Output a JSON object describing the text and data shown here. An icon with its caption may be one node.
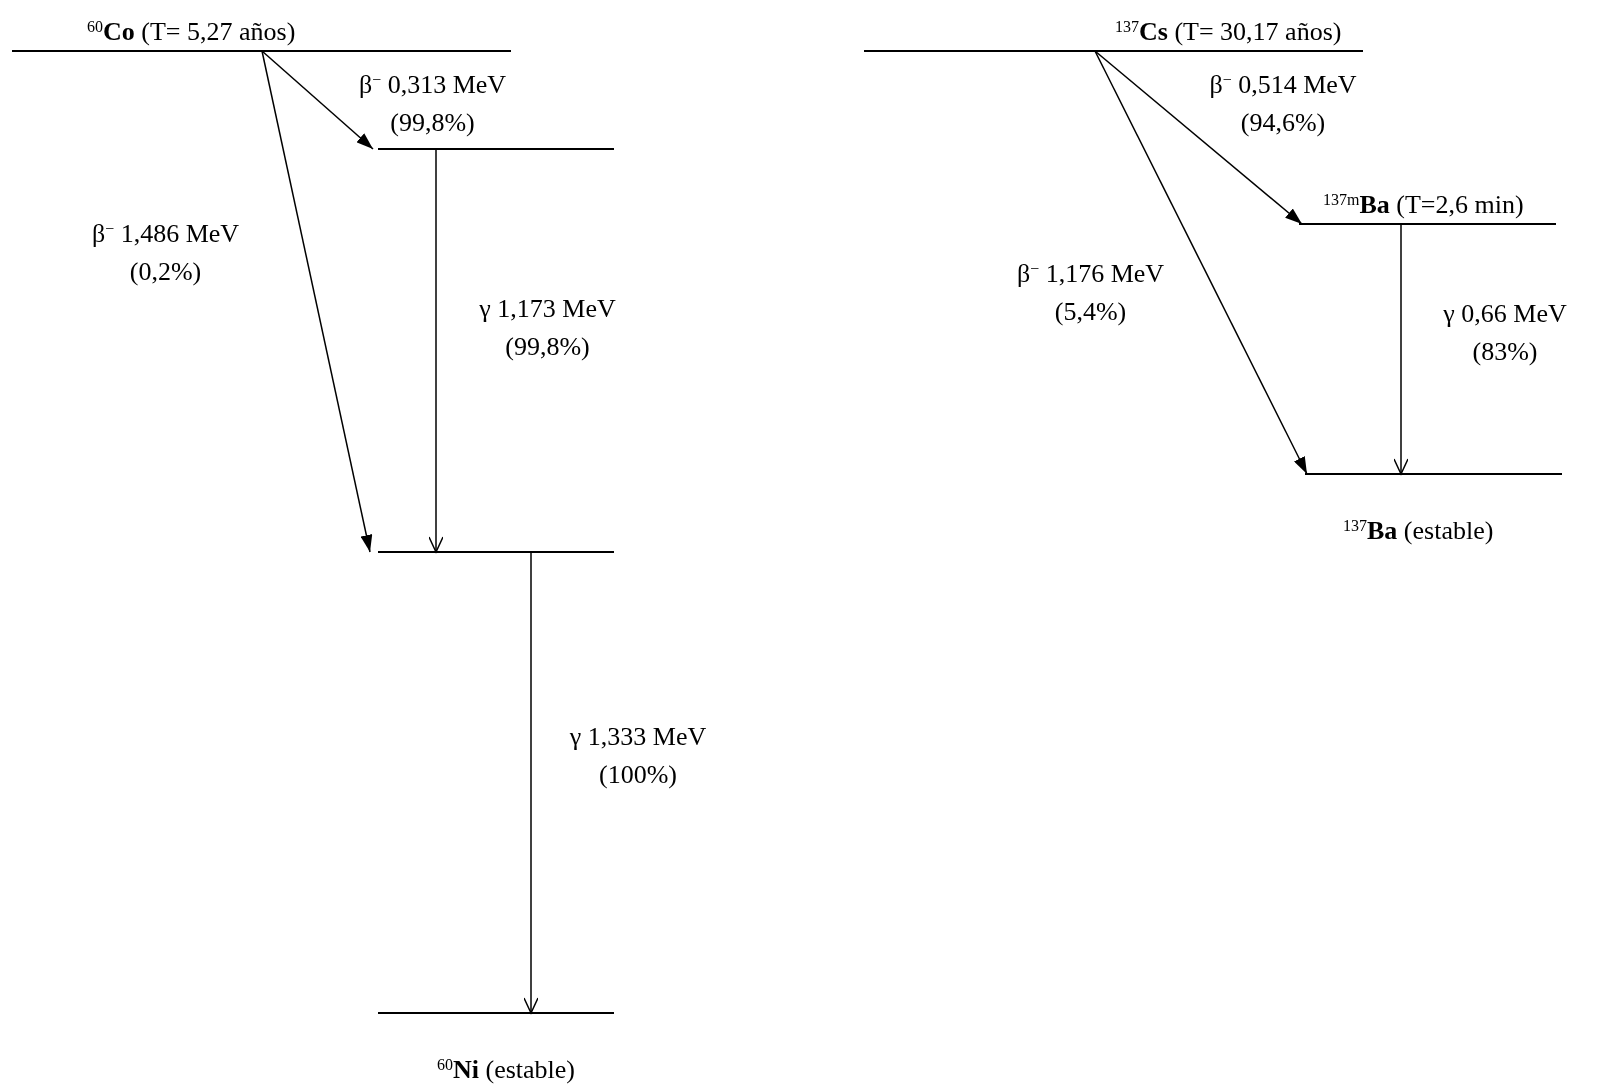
{
  "diagram": {
    "nodes": [
      {
        "text": [
          "$^{60}$**Co** (T= 5,27 años)"
        ]
      },
      {
        "text": [],
        "shape": "bar"
      },
      {
        "text": [],
        "shape": "bar"
      },
      {
        "text": [
          "$^{60}$**Ni** (estable)"
        ]
      },
      {
        "text": [
          "$^{137}$**Cs** (T= 30,17 años)"
        ]
      },
      {
        "text": [
          "$^{137m}$**Ba** (T=2,6 min)"
        ]
      },
      {
        "text": [
          "$^{137}$**Ba** (estable)"
        ]
      }
    ],
    "edges": [
      {
        "from": 0,
        "to": 1,
        "arrow": "to",
        "label": "β$^{−}$ 0,313 MeV (99,8%)"
      },
      {
        "from": 0,
        "to": 2,
        "arrow": "to",
        "label": "β$^{−}$ 1,486 MeV (0,2%)"
      },
      {
        "from": 1,
        "to": 2,
        "arrow": "to",
        "label": "γ 1,173 MeV (99,8%)"
      },
      {
        "from": 2,
        "to": 3,
        "arrow": "to",
        "label": "γ 1,333 MeV (100%)"
      },
      {
        "from": 4,
        "to": 5,
        "arrow": "to",
        "label": "β$^{−}$ 0,514 MeV (94,6%)"
      },
      {
        "from": 4,
        "to": 6,
        "arrow": "to",
        "label": "β$^{−}$ 1,176 MeV (5,4%)"
      },
      {
        "from": 5,
        "to": 6,
        "arrow": "to",
        "label": "γ 0,66 MeV (83%)"
      }
    ]
  }
}
